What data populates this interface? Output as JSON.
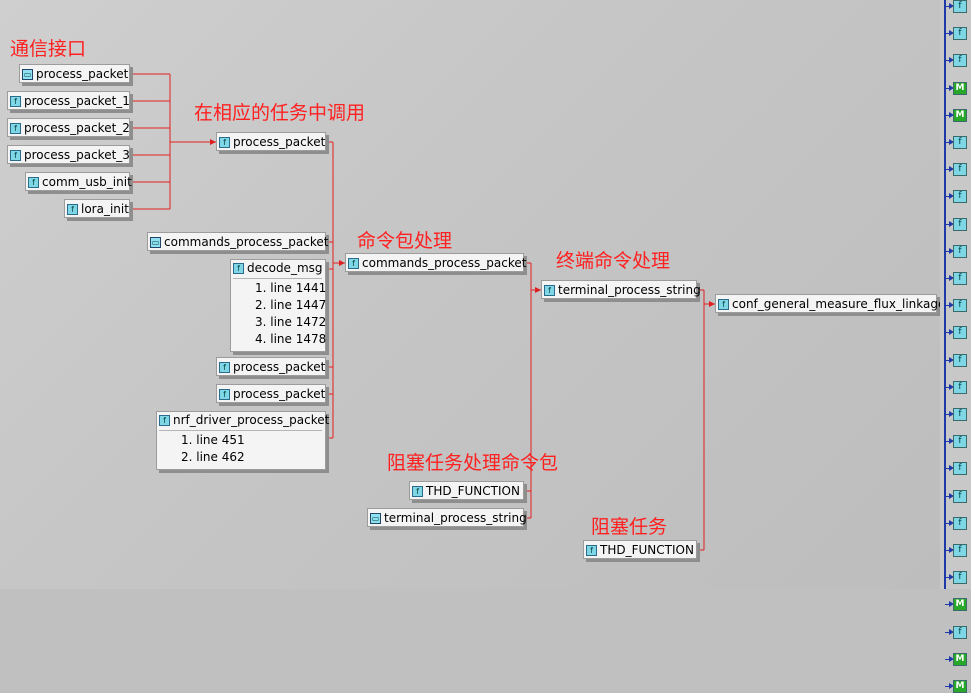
{
  "annotations": {
    "interface": "通信接口",
    "task_call": "在相应的任务中调用",
    "cmd_process": "命令包处理",
    "terminal_cmd": "终端命令处理",
    "blocking_task_cmd": "阻塞任务处理命令包",
    "blocking_task": "阻塞任务"
  },
  "nodes": {
    "process_packet_a": "process_packet",
    "process_packet_1": "process_packet_1",
    "process_packet_2": "process_packet_2",
    "process_packet_3": "process_packet_3",
    "comm_usb_init": "comm_usb_init",
    "lora_init": "lora_init",
    "process_packet_mid": "process_packet",
    "commands_process_packet_left": "commands_process_packet",
    "decode_msg": "decode_msg",
    "decode_lines": [
      "1. line 1441",
      "2. line 1447",
      "3. line 1472",
      "4. line 1478"
    ],
    "process_packet_b": "process_packet",
    "process_packet_c": "process_packet",
    "nrf_driver_process_packet": "nrf_driver_process_packet",
    "nrf_lines": [
      "1. line 451",
      "2. line 462"
    ],
    "commands_process_packet_center": "commands_process_packet",
    "thd_function_1": "THD_FUNCTION",
    "terminal_process_string_left": "terminal_process_string",
    "terminal_process_string_center": "terminal_process_string",
    "thd_function_2": "THD_FUNCTION",
    "conf_general": "conf_general_measure_flux_linkage"
  },
  "colors": {
    "annotation": "#ff2020",
    "edge": "#e02020",
    "strip_axis": "#1e3aa8",
    "icon_function": "#7fd7e6",
    "icon_macro": "#28a828"
  },
  "strip_icons": [
    "f",
    "f",
    "f",
    "m",
    "m",
    "f",
    "f",
    "f",
    "f",
    "f",
    "f",
    "f",
    "f",
    "f",
    "f",
    "f",
    "f",
    "f",
    "f",
    "f",
    "f",
    "f",
    "m",
    "f",
    "m",
    "m"
  ]
}
